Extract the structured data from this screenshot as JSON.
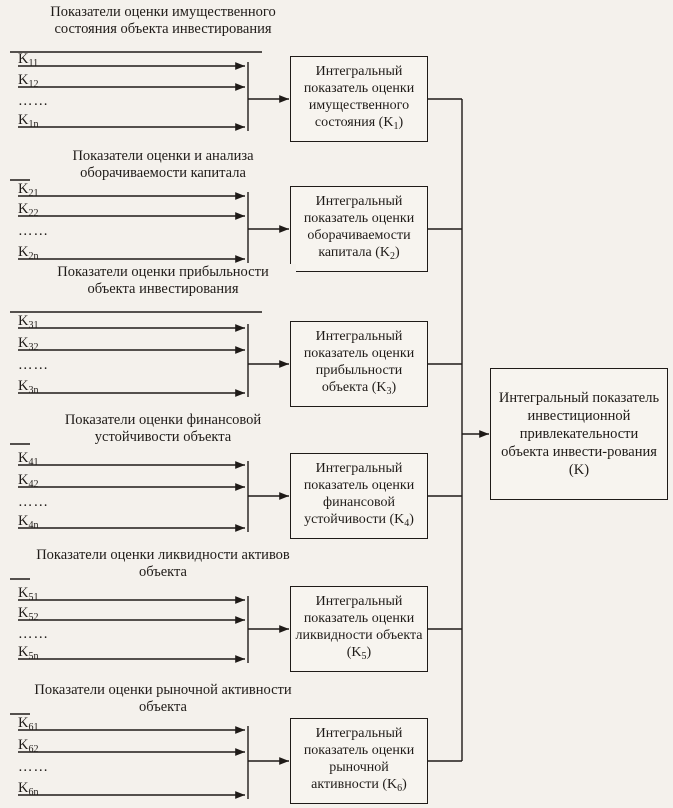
{
  "groups": [
    {
      "title": "Показатели оценки имущественного состояния объекта инвестирования",
      "items": [
        {
          "base": "K",
          "sub": "11"
        },
        {
          "base": "K",
          "sub": "12"
        },
        {
          "base": "……",
          "sub": ""
        },
        {
          "base": "K",
          "sub": "1n"
        }
      ],
      "box_text": "Интегральный показатель оценки имущественного состояния (K",
      "box_sub": "1",
      "box_tail": ")"
    },
    {
      "title": "Показатели оценки и анализа оборачиваемости капитала",
      "items": [
        {
          "base": "K",
          "sub": "21"
        },
        {
          "base": "K",
          "sub": "22"
        },
        {
          "base": "……",
          "sub": ""
        },
        {
          "base": "K",
          "sub": "2n"
        }
      ],
      "box_text": "Интегральный показатель оценки оборачиваемости капитала (K",
      "box_sub": "2",
      "box_tail": ")"
    },
    {
      "title": "Показатели оценки прибыльности объекта инвестирования",
      "items": [
        {
          "base": "K",
          "sub": "31"
        },
        {
          "base": "K",
          "sub": "32"
        },
        {
          "base": "……",
          "sub": ""
        },
        {
          "base": "K",
          "sub": "3n"
        }
      ],
      "box_text": "Интегральный показатель оценки прибыльности объекта (K",
      "box_sub": "3",
      "box_tail": ")"
    },
    {
      "title": "Показатели оценки финансовой устойчивости объекта",
      "items": [
        {
          "base": "K",
          "sub": "41"
        },
        {
          "base": "K",
          "sub": "42"
        },
        {
          "base": "……",
          "sub": ""
        },
        {
          "base": "K",
          "sub": "4n"
        }
      ],
      "box_text": "Интегральный показатель оценки финансовой устойчивости (K",
      "box_sub": "4",
      "box_tail": ")"
    },
    {
      "title": "Показатели оценки ликвидности активов объекта",
      "items": [
        {
          "base": "K",
          "sub": "51"
        },
        {
          "base": "K",
          "sub": "52"
        },
        {
          "base": "……",
          "sub": ""
        },
        {
          "base": "K",
          "sub": "5n"
        }
      ],
      "box_text": "Интегральный показатель оценки ликвидности объекта (K",
      "box_sub": "5",
      "box_tail": ")"
    },
    {
      "title": "Показатели оценки рыночной активности объекта",
      "items": [
        {
          "base": "K",
          "sub": "61"
        },
        {
          "base": "K",
          "sub": "62"
        },
        {
          "base": "……",
          "sub": ""
        },
        {
          "base": "K",
          "sub": "6n"
        }
      ],
      "box_text": "Интегральный показатель оценки рыночной активности (K",
      "box_sub": "6",
      "box_tail": ")"
    }
  ],
  "final": {
    "text": "Интегральный показатель инвестиционной привлекательности объекта инвести-рования (K)"
  }
}
